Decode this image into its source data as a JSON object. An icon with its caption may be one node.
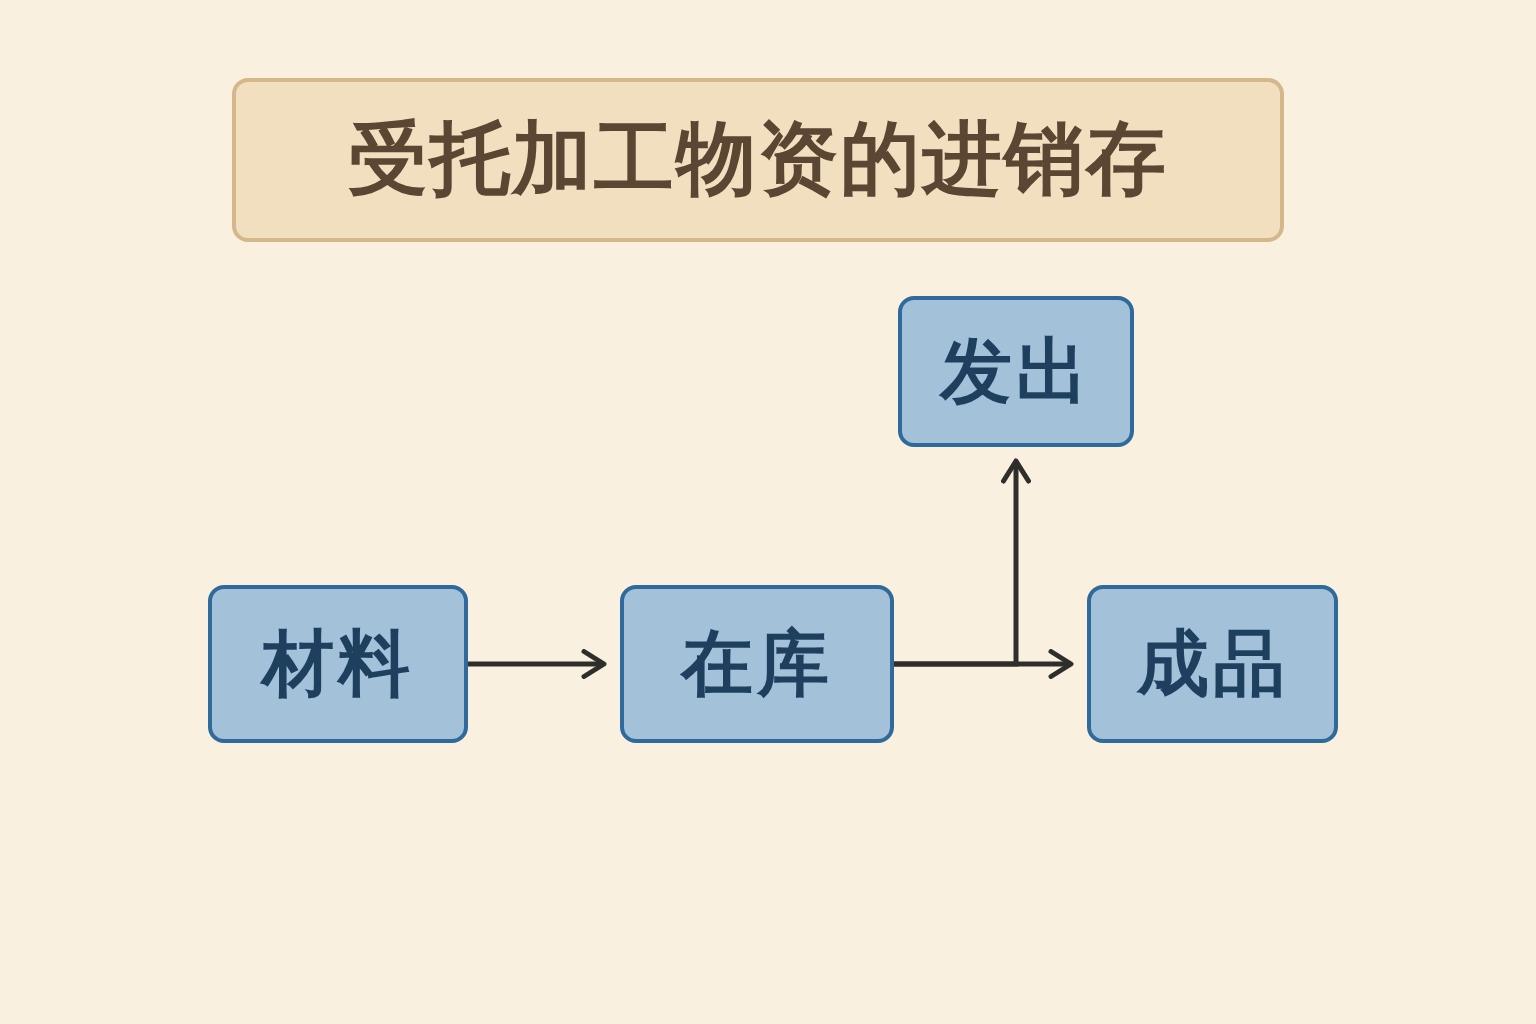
{
  "diagram": {
    "title": "受托加工物资的进销存",
    "nodes": [
      {
        "text": [
          "材料"
        ]
      },
      {
        "text": [
          "在库"
        ]
      },
      {
        "text": [
          "发出"
        ]
      },
      {
        "text": [
          "成品"
        ]
      }
    ],
    "edges": [
      {
        "from": 0,
        "to": 1,
        "arrow": "to"
      },
      {
        "from": 1,
        "to": 3,
        "arrow": "to"
      },
      {
        "from": 1,
        "to": 2,
        "arrow": "to"
      }
    ]
  }
}
